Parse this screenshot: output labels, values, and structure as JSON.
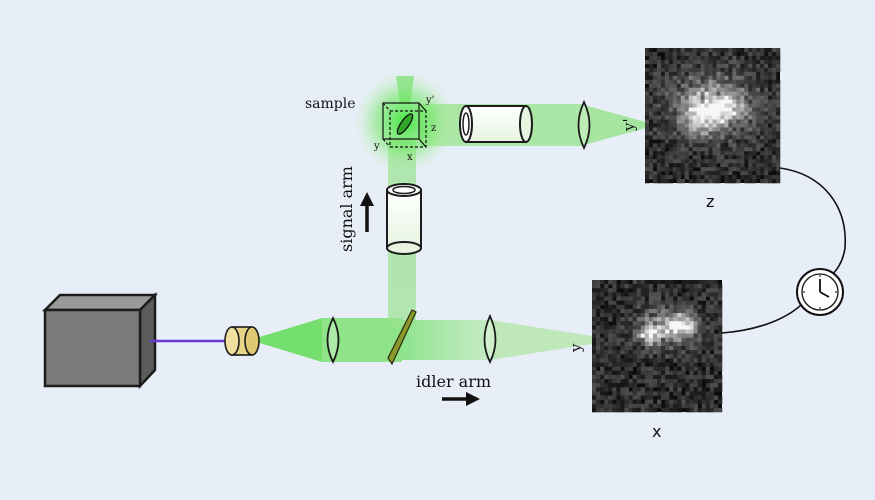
{
  "labels": {
    "sample": "sample",
    "signal_arm": "signal arm",
    "idler_arm": "idler arm",
    "axis_y_prime_cube": "y'",
    "axis_z_cube": "z",
    "axis_y_cube": "y",
    "axis_x_cube": "x",
    "detector_top_side": "y'",
    "detector_top_bottom": "z",
    "detector_bottom_side": "y",
    "detector_bottom_bottom": "x"
  },
  "colors": {
    "background": "#e8eef8",
    "beam_green": "#6fe06a",
    "laser_line": "#6a3ad6",
    "laser_box": "#7b7b7b",
    "crystal": "#e7d487",
    "splitter": "#8a9a2a"
  },
  "icons": {
    "clock": "clock-icon",
    "arrow_up": "arrow-up-icon",
    "arrow_right": "arrow-right-icon"
  }
}
